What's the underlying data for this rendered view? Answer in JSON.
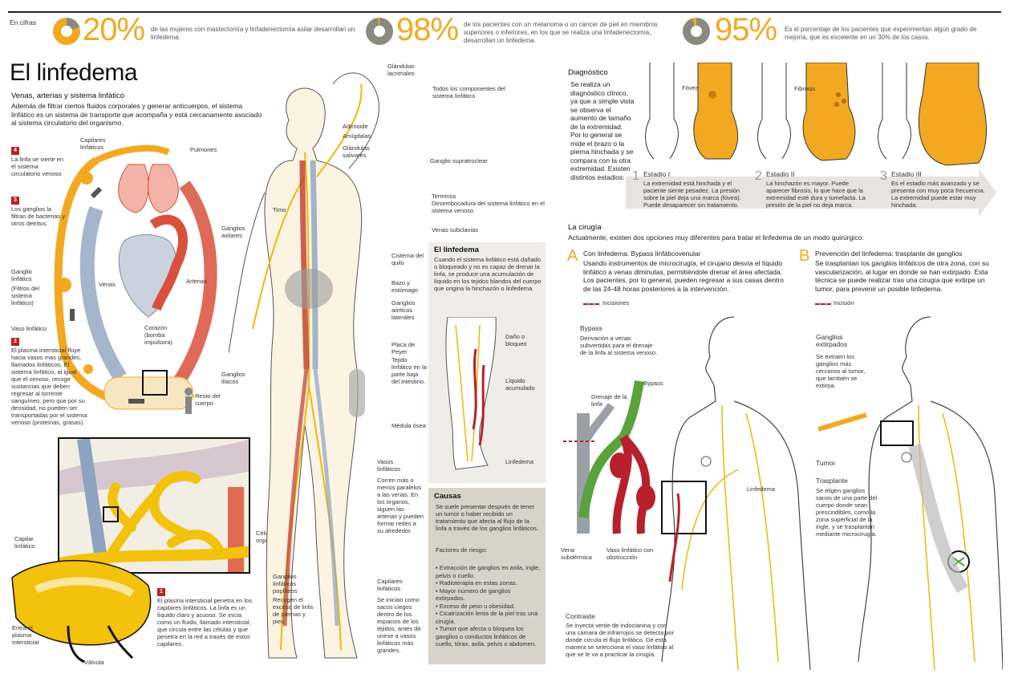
{
  "header": {
    "label": "En cifras",
    "stats": [
      {
        "value": "20%",
        "text": "de las mujeres con mastectomía y linfadenectomía axilar desarrollan un linfedema.",
        "fraction": 0.2
      },
      {
        "value": "98%",
        "text": "de los pacientes con un melanoma o un cáncer de piel en miembros superiores o inferiores, en los que se realiza una linfadenectomía, desarrollan un linfedema.",
        "fraction": 0.98
      },
      {
        "value": "95%",
        "text": "Es el porcentaje de los pacientes que experimentan algún grado de mejoría, que es excelente en un 30% de los casos.",
        "fraction": 0.95
      }
    ]
  },
  "intro": {
    "title": "El linfedema",
    "subtitle": "Venas, arterias y sistema linfático",
    "text": "Además de filtrar ciertos fluidos corporales y generar anticuerpos, el sistema linfático es un sistema de transporte que acompaña y está cercanamente asociado al sistema circulatorio del organismo."
  },
  "circulation": {
    "step4": "La linfa se vierte en el sistema circulatorio venoso",
    "step3": "Los ganglios la filtran de bacterias y otros detritus.",
    "ganglio": "Ganglio linfático",
    "ganglio_note": "(Filtros del sistema linfático)",
    "vaso": "Vaso linfático",
    "step2": "El plasma intersticial fluye hacia vasos mas grandes, llamados linfáticos. El sistema linfático, al igual que el venoso, recoge sustancias que deben regresar al torrente sanguíneo, pero que por su densidad, no pueden ser transportadas por el sistema venoso (proteínas, grasas).",
    "capilares": "Capilares linfáticos",
    "pulmones": "Pulmones",
    "venas": "Venas",
    "arterias": "Arterias",
    "corazon": "Corazón (bomba impulsora)",
    "resto": "Resto del cuerpo",
    "capilar": "Capilar linfático",
    "entrada": "Entra el plasma intersticial",
    "valvula": "Válvula",
    "celulas": "Células del organismo",
    "step1": "El plasma intersticial penetra en los capilares linfáticos. La linfa es un líquido claro y acuoso. Se inicia como un fluido, llamado intersticial, que circula entre las células y que penetra en la red a través de estos capilares."
  },
  "body_labels": {
    "glandulas_lacrimales": "Glándulas lacrimales",
    "componentes": "Todos los componentes del sistema linfático",
    "adenoide": "Adenoide",
    "amigdalas": "Amígdalas",
    "salivares": "Glándulas salivares",
    "supratroclear": "Ganglio supratroclear",
    "terminus_title": "Terminus",
    "terminus": "Desembocadura del sistema linfático en el sistema venoso",
    "timo": "Timo",
    "subclavias": "Venas subclavias",
    "axilares": "Ganglios axilares",
    "cisterna": "Cisterna del quilo",
    "bazo": "Bazo y estómago",
    "aorticos": "Ganglios aórticos laterales",
    "peyer": "Placa de Peyer",
    "tejido": "Tejido linfático en la parte baja del intestino.",
    "iliacos": "Ganglios ilíacos",
    "medula": "Médula ósea",
    "vasos_title": "Vasos linfáticos",
    "vasos": "Corren más o menos paralelos a las venas. En los órganos, siguen las arterias y pueden formar redes a su alrededor.",
    "popliteos_title": "Ganglios linfáticos poplíteos",
    "popliteos": "Recogen el exceso de linfa de piernas y pies.",
    "capilares_title": "Capilares linfáticos",
    "capilares": "Se inician como sacos ciegos dentro de los espacios de los tejidos, antes de unirse a vasos linfáticos más grandes."
  },
  "linfedema_box": {
    "title": "El linfedema",
    "text": "Cuando el sistema linfático está dañado o bloqueado y no es capaz de drenar la linfa, se produce una acumulación de líquido en los tejidos blandos del cuerpo que origina la hinchazón o linfedema.",
    "dano": "Daño o bloqueo",
    "liquido": "Líquido acumulado",
    "linfedema": "Linfedema"
  },
  "causas": {
    "title": "Causas",
    "text": "Se suele presentar después de tener un tumor o haber recibido un tratamiento que afecta al flujo de la linfa a través de los ganglios linfáticos.",
    "factores": "Factores de riesgo:",
    "items": [
      "• Extracción de ganglios en axila, ingle, pelvis o cuello.",
      "• Radioterapia en estas zonas.",
      "• Mayor número de ganglios extirpados.",
      "• Exceso de peso u obesidad.",
      "• Cicatrización lenta de la piel     tras una cirugía.",
      "• Tumor que afecta o bloquea los ganglios o conductos linfáticos de cuello, tórax, axila, pelvis o abdomen."
    ]
  },
  "diagnostico": {
    "title": "Diagnóstico",
    "text": "Se realiza un diagnóstico clínico, ya que a simple vista se observa el aumento de tamaño de la extremidad. Por lo general se mide el brazo o la pierna hinchada y se compara con la otra extremidad. Existen distintos estadios:",
    "fovea": "Fóvea",
    "fibrosis": "Fibrosis",
    "stages": [
      {
        "num": "1",
        "title": "Estadio I",
        "text": "La extremidad está hinchada y el paciente siente pesadez. La presión sobre la piel deja una marca (fóvea). Puede desaparecer sin tratamiento."
      },
      {
        "num": "2",
        "title": "Estadio II",
        "text": "La hinchazón es mayor. Puede aparecer fibrosis, lo que hace que la extremidad esté dura y tumefacta. La presión de la piel no deja marca."
      },
      {
        "num": "3",
        "title": "Estadio III",
        "text": "Es el estadio más avanzado y se presenta con muy poca frecuencia. La extremidad puede estar muy hinchada."
      }
    ]
  },
  "cirugia": {
    "title": "La cirugía",
    "text": "Actualmente, existen dos opciones muy diferentes para tratar el linfedema de un modo quirúrgico:",
    "a_letter": "A",
    "a_title": "Con linfedema: Bypass linfáticovenular",
    "a_text": "Usando instrumentos de microcirugía, el cirujano desvía el líquido linfático a venas diminutas, permitiéndole drenar el área afectada. Los pacientes, por lo general, pueden regresar a sus casas dentro de las 24-48 horas posteriores a la intervención.",
    "incisiones": "Incisiones",
    "b_letter": "B",
    "b_title": "Prevención del linfedema: trasplante de ganglios",
    "b_text": "Se trasplantan los ganglios linfáticos de otra zona, con su vascularización, al lugar en donde se han extirpado. Esta técnica se puede realizar tras una cirugía que extirpe un tumor, para prevenir un posible linfedema.",
    "incision": "Incisión",
    "bypass_title": "Bypass",
    "bypass_text": "Derivación a venas subvertidas para el drenaje de la linfa al sistema venoso.",
    "bypass_label": "Bypass",
    "drenaje": "Drenaje de la linfa",
    "vena": "Vena subdérmica",
    "vaso_obs": "Vaso linfático con obstrucción",
    "linfedema": "Linfedema",
    "contraste_title": "Contraste",
    "contraste": "Se inyecta verde de indocianina y con una cámara de infrarrojos se detecta por donde circula el flujo linfático. De esta manera se selecciona el vaso linfático al que se le va a practicar la cirugía.",
    "ganglios_ext_title": "Ganglios extirpados",
    "ganglios_ext": "Se extraen los ganglios más cercanos al tumor, que también se extirpa.",
    "tumor": "Tumor",
    "trasplante_title": "Trasplante",
    "trasplante": "Se eligen ganglios sanos de una parte del cuerpo donde sean prescindibles, como la zona superficial de la ingle, y se trasplantan mediante microcirugía."
  },
  "colors": {
    "accent": "#f2a921",
    "red": "#b8202b",
    "vein": "#8ea3bf",
    "gray": "#d7d3c8"
  }
}
